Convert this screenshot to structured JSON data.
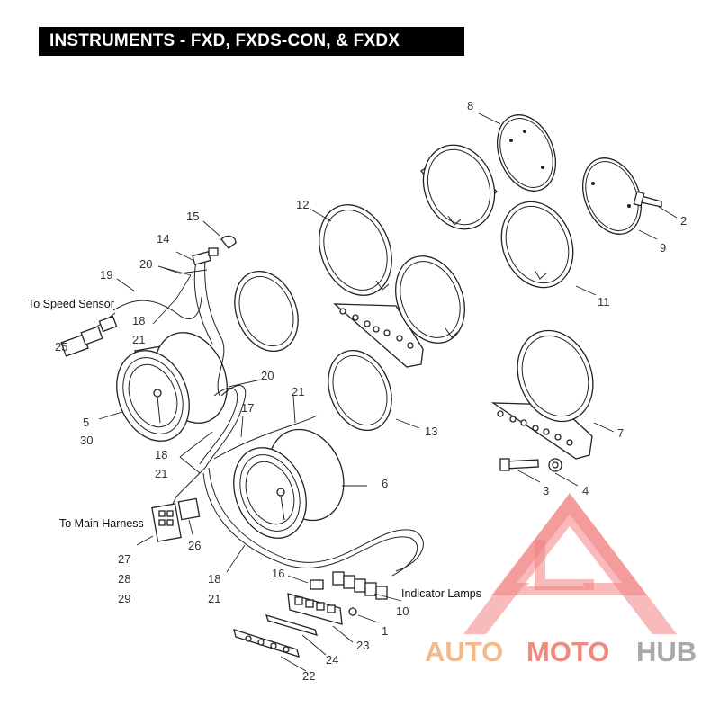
{
  "title": "INSTRUMENTS - FXD, FXDS-CON, & FXDX",
  "labels": {
    "speed_sensor": "To Speed Sensor",
    "main_harness": "To Main Harness",
    "indicator_lamps": "Indicator Lamps"
  },
  "callouts": {
    "c1": "1",
    "c2": "2",
    "c3": "3",
    "c4": "4",
    "c5": "5",
    "c30": "30",
    "c6": "6",
    "c7": "7",
    "c8": "8",
    "c9": "9",
    "c10": "10",
    "c11": "11",
    "c12": "12",
    "c13": "13",
    "c14": "14",
    "c15": "15",
    "c16": "16",
    "c17": "17",
    "c18a": "18",
    "c21a": "21",
    "c18b": "18",
    "c21b": "21",
    "c18c": "18",
    "c21c": "21",
    "c19": "19",
    "c20a": "20",
    "c20b": "20",
    "c21d": "21",
    "c22": "22",
    "c23": "23",
    "c24": "24",
    "c25": "25",
    "c26": "26",
    "c27": "27",
    "c28": "28",
    "c29": "29"
  },
  "watermark": {
    "part1": "AUTO",
    "part2": "MOTO",
    "part3": "HUB",
    "color_auto": "#f2b98a",
    "color_moto": "#f08a80",
    "color_hub": "#a8a8a8",
    "logo_color": "#ee6b6b"
  }
}
